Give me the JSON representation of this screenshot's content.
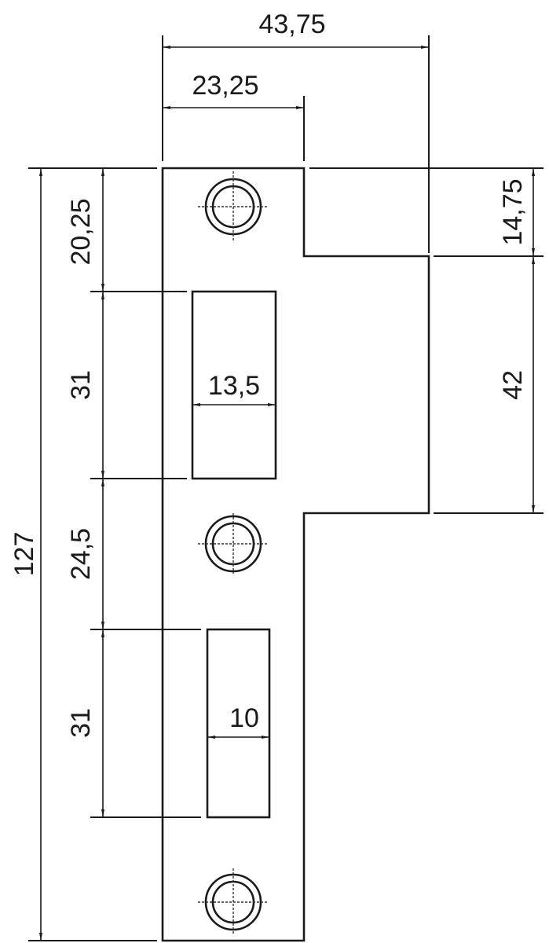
{
  "drawing": {
    "type": "technical-drawing",
    "subject": "lock striking plate",
    "units": "mm",
    "colors": {
      "line": "#1a1a1a",
      "background": "#ffffff"
    }
  },
  "dimensions": {
    "overall_width": "43,75",
    "upper_width": "23,25",
    "overall_height": "127",
    "top_to_slot1": "20,25",
    "slot1_height": "31",
    "slot1_width": "13,5",
    "slot_gap": "24,5",
    "slot2_height": "31",
    "slot2_width": "10",
    "step_top": "14,75",
    "step_height": "42"
  },
  "features": {
    "holes": [
      {
        "name": "top-screw-hole"
      },
      {
        "name": "middle-screw-hole"
      },
      {
        "name": "bottom-screw-hole"
      }
    ],
    "slots": [
      {
        "name": "latch-slot"
      },
      {
        "name": "bolt-slot"
      }
    ]
  }
}
